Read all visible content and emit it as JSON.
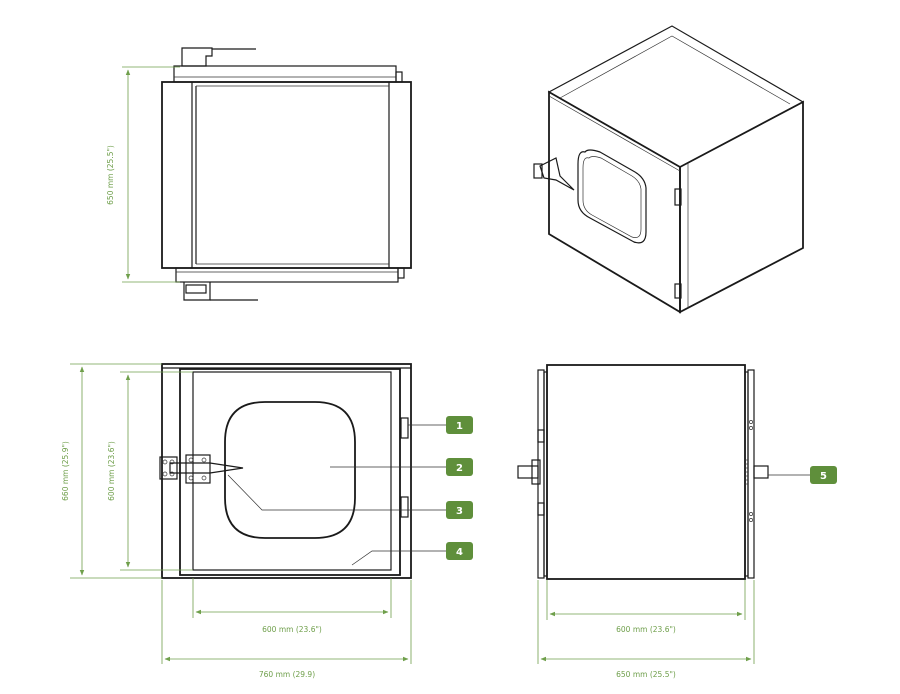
{
  "colors": {
    "dimension": "#6f9f4b",
    "badge": "#5f8f3b",
    "line": "#1a1a1a"
  },
  "top_view": {
    "depth_label": "650 mm (25.5\")"
  },
  "front_view": {
    "outer_height_label": "660 mm (25.9\")",
    "inner_height_label": "600 mm (23.6\")",
    "inner_width_label": "600 mm (23.6\")",
    "outer_width_label": "760 mm (29.9)"
  },
  "side_view": {
    "inner_width_label": "600 mm (23.6\")",
    "outer_width_label": "650 mm (25.5\")"
  },
  "callouts": [
    {
      "number": "1"
    },
    {
      "number": "2"
    },
    {
      "number": "3"
    },
    {
      "number": "4"
    },
    {
      "number": "5"
    }
  ]
}
